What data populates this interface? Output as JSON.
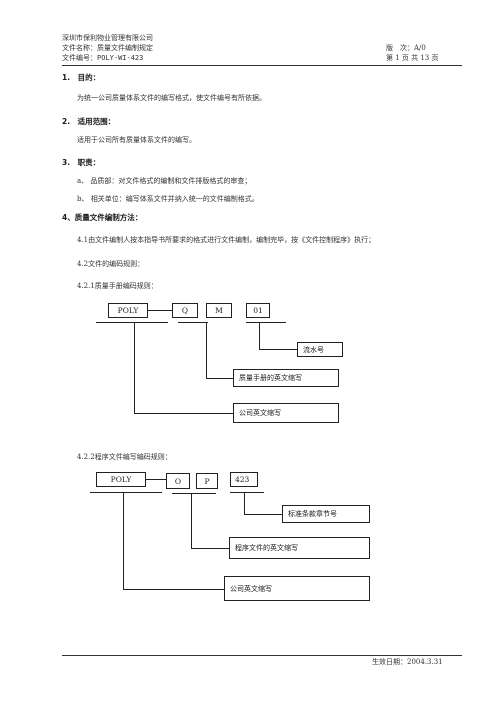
{
  "header": {
    "company": "深圳市保利物业管理有限公司",
    "doc_name": "文件名称：质量文件编制规定",
    "doc_no": "文件编号：POLY-WI-423",
    "version": "版　次：A/0",
    "page": "第 1 页 共 13 页"
  },
  "sections": {
    "s1_title": "1.　目的：",
    "s1_body": "为统一公司质量体系文件的编写格式，使文件编号有所依据。",
    "s2_title": "2.　适用范围：",
    "s2_body": "适用于公司所有质量体系文件的编写。",
    "s3_title": "3.　职责：",
    "s3_a": "a、 品质部：对文件格式的编制和文件排版格式的审查；",
    "s3_b": "b、 相关单位：编写体系文件并纳入统一的文件编制格式。",
    "s4_title": "4、质量文件编制方法：",
    "s4_1": "4.1由文件编制人按本指导书所要求的格式进行文件编制，编制完毕，按《文件控制程序》执行；",
    "s4_2": "4.2文件的编码规则：",
    "s4_2_1": "4.2.1质量手册编码规则：",
    "s4_2_2": "4.2.2程序文件编写编码规则："
  },
  "diagram1": {
    "boxes": [
      "POLY",
      "Q",
      "M",
      "01"
    ],
    "labels": [
      "流水号",
      "质量手册的英文缩写",
      "公司英文缩写"
    ]
  },
  "diagram2": {
    "boxes": [
      "POLY",
      "O",
      "P",
      "423"
    ],
    "labels": [
      "标准条款章节号",
      "程序文件的英文缩写",
      "公司英文缩写"
    ]
  },
  "footer": {
    "effective_date": "生效日期：2004.3.31"
  }
}
